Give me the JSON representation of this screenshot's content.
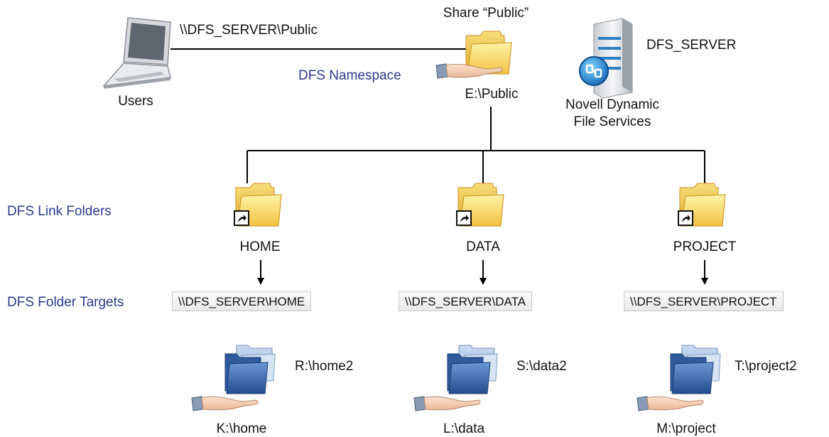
{
  "client": {
    "label": "Users",
    "path": "\\\\DFS_SERVER\\Public"
  },
  "namespace": {
    "label": "DFS Namespace",
    "share_label": "Share “Public”",
    "volume_path": "E:\\Public"
  },
  "server": {
    "name": "DFS_SERVER",
    "service_line1": "Novell Dynamic",
    "service_line2": "File Services"
  },
  "section_labels": {
    "link_folders": "DFS Link Folders",
    "folder_targets": "DFS Folder Targets"
  },
  "links": [
    {
      "name": "HOME",
      "target": "\\\\DFS_SERVER\\HOME",
      "primary": "K:\\home",
      "replica": "R:\\home2"
    },
    {
      "name": "DATA",
      "target": "\\\\DFS_SERVER\\DATA",
      "primary": "L:\\data",
      "replica": "S:\\data2"
    },
    {
      "name": "PROJECT",
      "target": "\\\\DFS_SERVER\\PROJECT",
      "primary": "M:\\project",
      "replica": "T:\\project2"
    }
  ],
  "colors": {
    "label_blue": "#2b3a8f",
    "folder_yellow": "#f6cf52",
    "folder_blue": "#3f6fb3"
  }
}
